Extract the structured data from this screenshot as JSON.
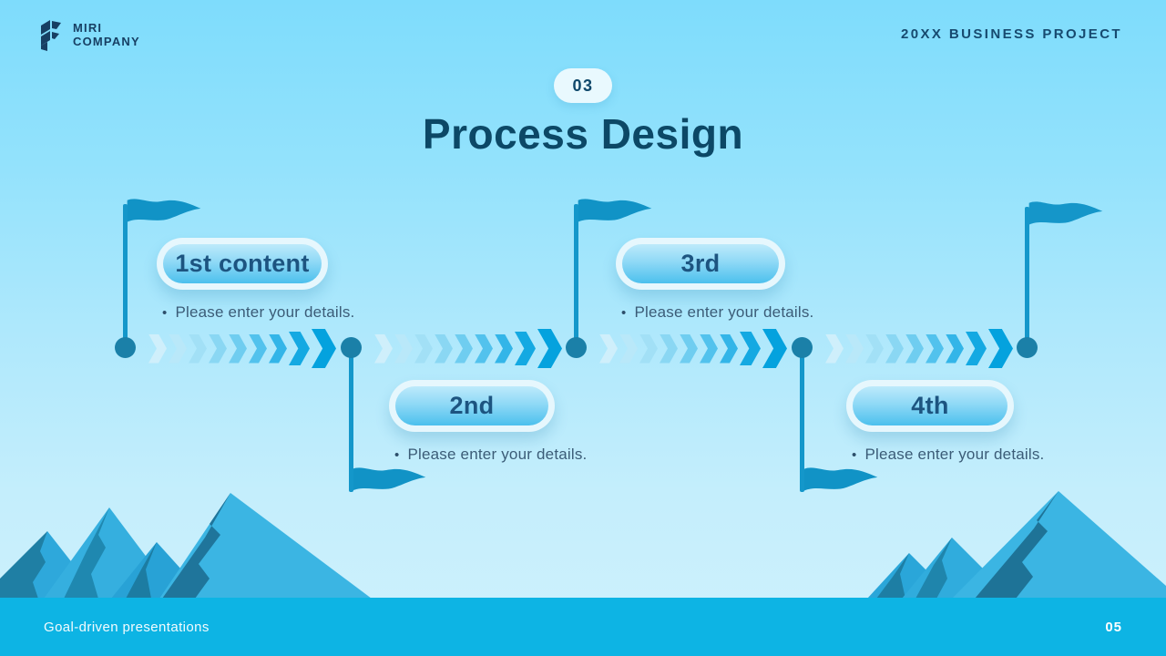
{
  "header": {
    "logo_line1": "MIRI",
    "logo_line2": "COMPANY",
    "project_label": "20XX BUSINESS PROJECT"
  },
  "slide": {
    "section_number": "03",
    "title": "Process Design"
  },
  "timeline": {
    "bullet": "•",
    "chevron_colors": [
      "#cfeffb",
      "#b9e8f9",
      "#a2e0f6",
      "#8ad7f3",
      "#6fcdf0",
      "#52c2ed",
      "#33b5e8",
      "#14a9e2",
      "#04a2de"
    ]
  },
  "milestones": [
    {
      "label": "1st content",
      "detail": "Please enter your details.",
      "position": "top"
    },
    {
      "label": "2nd",
      "detail": "Please enter your details.",
      "position": "bottom"
    },
    {
      "label": "3rd",
      "detail": "Please enter your details.",
      "position": "top"
    },
    {
      "label": "4th",
      "detail": "Please enter your details.",
      "position": "bottom"
    }
  ],
  "footer": {
    "tagline": "Goal-driven presentations",
    "page_number": "05"
  },
  "colors": {
    "background_top": "#7edcfc",
    "background_bottom": "#cff1fd",
    "navy_text": "#173f63",
    "title_text": "#0c4866",
    "pill_label": "#1d5480",
    "detail_text": "#3b5c77",
    "node": "#1b80a8",
    "pole_flag": "#1497ca",
    "footer_bar": "#0db4e4",
    "mountain_light": "#38b2e1",
    "mountain_shadow": "#1e7ba1"
  }
}
